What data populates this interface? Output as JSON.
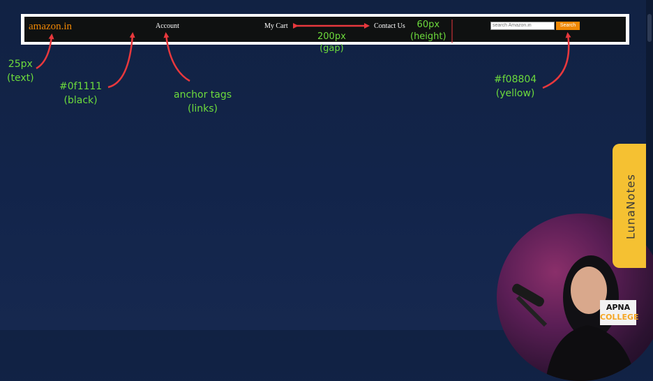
{
  "navbar": {
    "logo": "amazon.in",
    "links": [
      "Account",
      "My Cart",
      "Contact Us"
    ],
    "search_placeholder": "search Amazon.in",
    "search_button": "Search"
  },
  "annotations": {
    "text_size": {
      "value": "25px",
      "note": "(text)"
    },
    "background": {
      "value": "#0f1111",
      "note": "(black)"
    },
    "links": {
      "value": "anchor tags",
      "note": "(links)"
    },
    "gap": {
      "value": "200px",
      "note": "(gap)"
    },
    "height": {
      "value": "60px",
      "note": "(height)"
    },
    "button_color": {
      "value": "#f08804",
      "note": "(yellow)"
    }
  },
  "side_tab": {
    "label": "LunaNotes"
  },
  "watermark": {
    "line1": "APNA",
    "line2": "COLLEGE"
  },
  "colors": {
    "nav_bg": "#0f1111",
    "accent": "#f08804",
    "annotation": "#6ddb3c",
    "arrow": "#e8383d",
    "tab": "#f5c132"
  }
}
